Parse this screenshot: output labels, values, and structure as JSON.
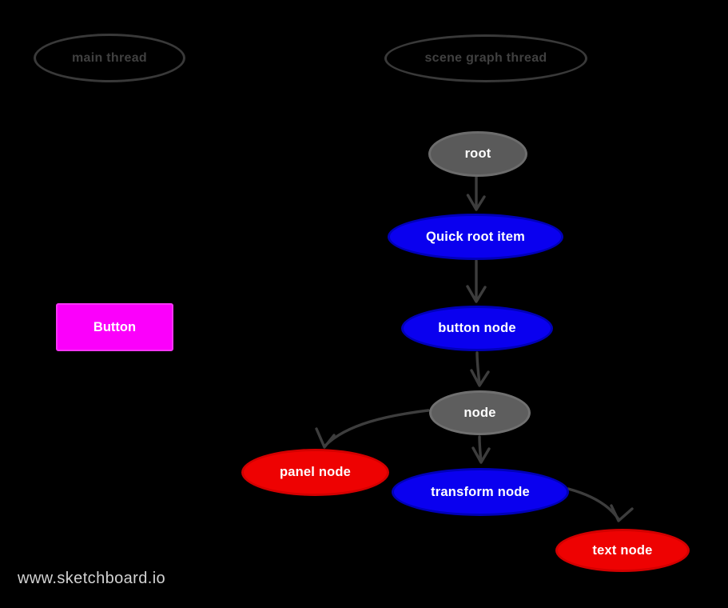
{
  "page": {
    "background": "#000000",
    "watermark": "www.sketchboard.io",
    "watermark_color": "#d2d2d2"
  },
  "colors": {
    "edge": "#3d3d3d",
    "thread_outline": "#393939",
    "thread_text": "#404040",
    "node_text": "#ffffff"
  },
  "threads": [
    {
      "id": "main-thread",
      "label": "main thread"
    },
    {
      "id": "scene-graph-thread",
      "label": "scene graph thread"
    }
  ],
  "nodes": [
    {
      "id": "root",
      "label": "root",
      "fill": "#5a5a5a",
      "border": "#6c6c6c"
    },
    {
      "id": "quick-root-item",
      "label": "Quick root item",
      "fill": "#0a00ef",
      "border": "#0000b8"
    },
    {
      "id": "button-node",
      "label": "button node",
      "fill": "#0a00ef",
      "border": "#0000b8"
    },
    {
      "id": "node",
      "label": "node",
      "fill": "#5e5e5e",
      "border": "#707070"
    },
    {
      "id": "panel-node",
      "label": "panel node",
      "fill": "#ee0202",
      "border": "#d40000"
    },
    {
      "id": "transform-node",
      "label": "transform node",
      "fill": "#0a00ef",
      "border": "#0000b8"
    },
    {
      "id": "text-node",
      "label": "text node",
      "fill": "#ee0202",
      "border": "#d40000"
    }
  ],
  "widget": {
    "label": "Button",
    "fill": "#fb00fb",
    "border": "#f535f5",
    "text_color": "#ffffff"
  },
  "edges": [
    {
      "from": "root",
      "to": "Quick root item"
    },
    {
      "from": "Quick root item",
      "to": "button node"
    },
    {
      "from": "button node",
      "to": "node"
    },
    {
      "from": "node",
      "to": "panel node"
    },
    {
      "from": "node",
      "to": "transform node"
    },
    {
      "from": "transform node",
      "to": "text node"
    }
  ]
}
